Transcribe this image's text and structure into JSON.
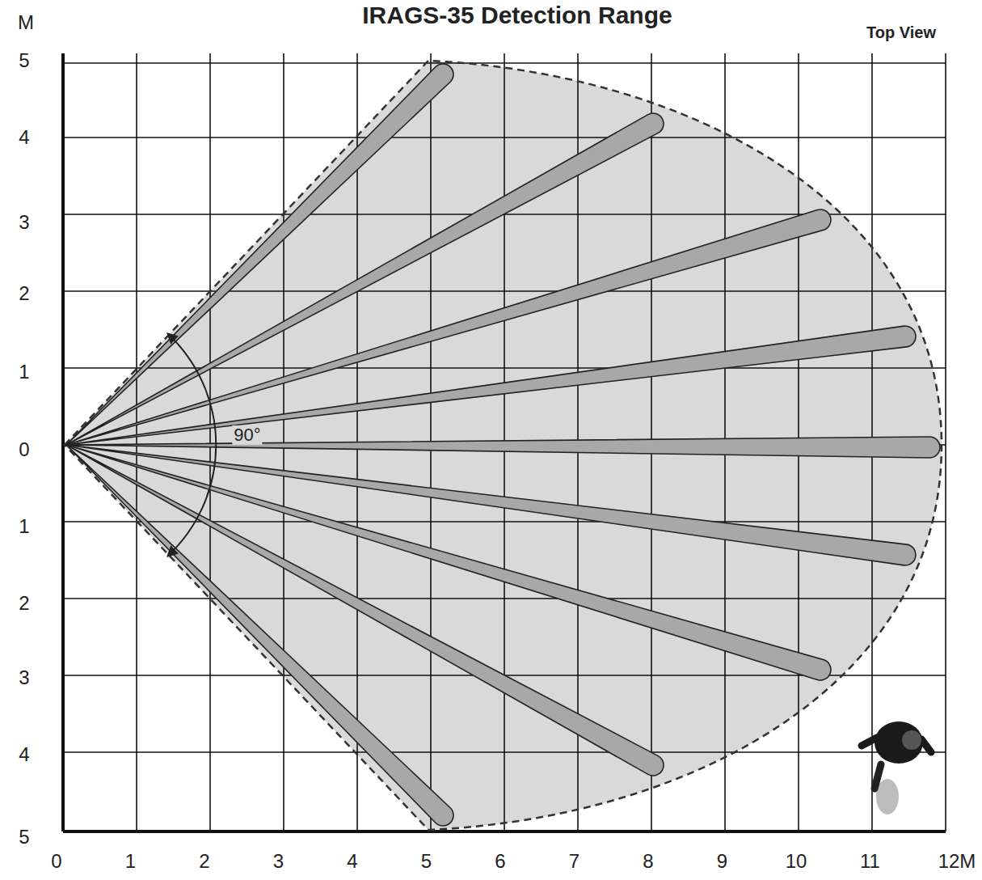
{
  "diagram": {
    "title": "IRAGS-35 Detection Range",
    "labels": [
      "M",
      "Top View",
      "5",
      "4",
      "3",
      "2",
      "1",
      "0",
      "1",
      "2",
      "3",
      "4",
      "5",
      "0",
      "1",
      "2",
      "3",
      "4",
      "5",
      "6",
      "7",
      "8",
      "9",
      "10",
      "11",
      "12M",
      "90°"
    ]
  }
}
